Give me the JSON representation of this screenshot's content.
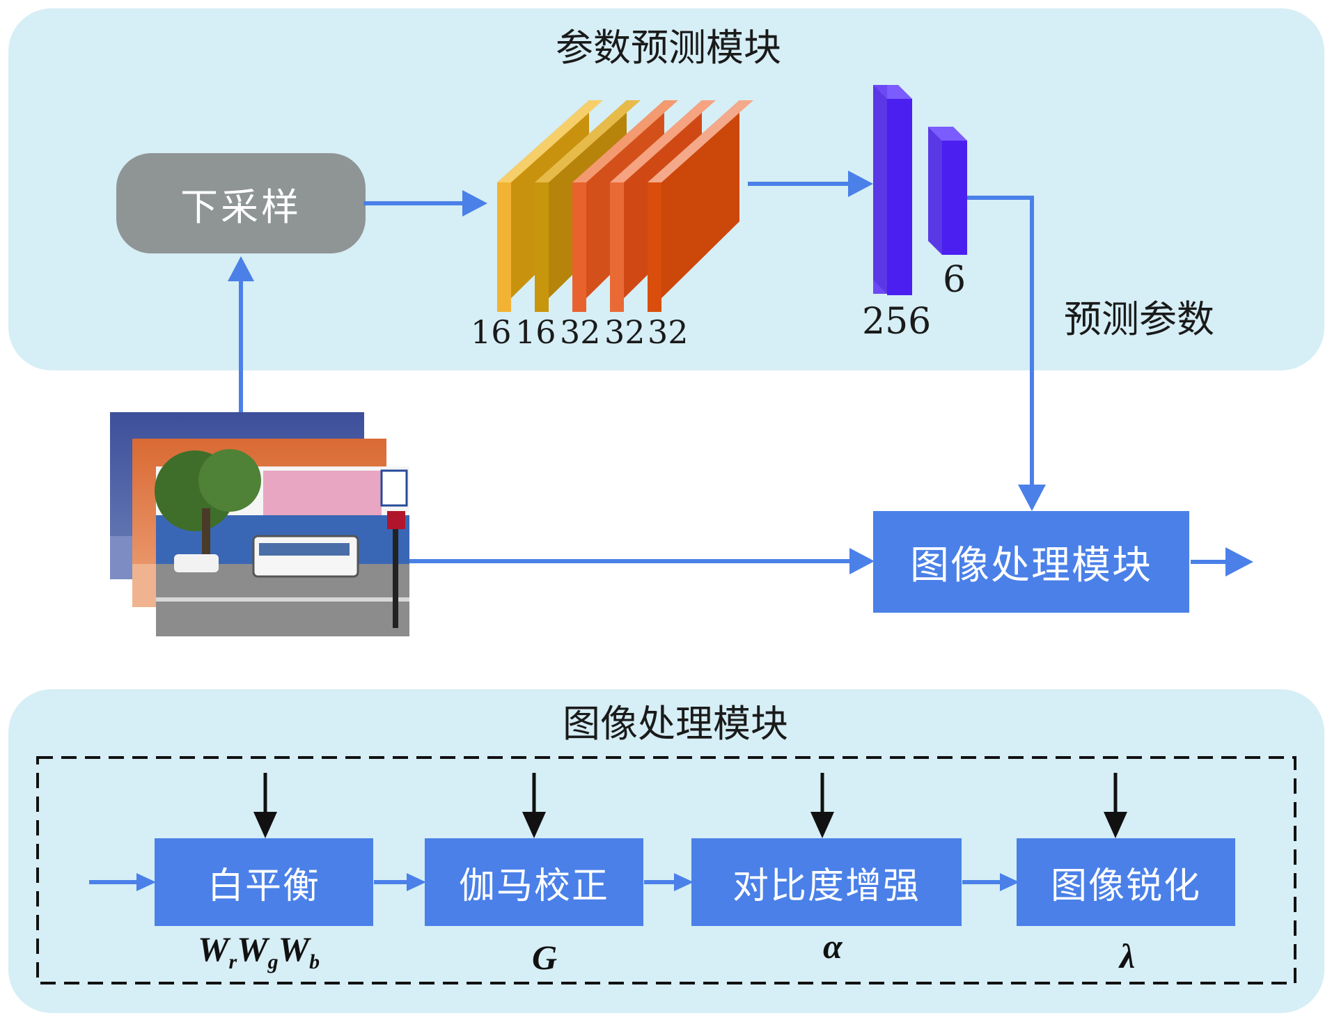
{
  "top_panel": {
    "title": "参数预测模块"
  },
  "downsample": {
    "label": "下采样"
  },
  "conv_layers": {
    "channels": [
      "16",
      "16",
      "32",
      "32",
      "32"
    ],
    "colors": [
      "#f2b233",
      "#c8960d",
      "#e8622e",
      "#ea6a36",
      "#d94e0c"
    ]
  },
  "fc_layers": {
    "units": [
      "256",
      "6"
    ],
    "color": "#5a2cf0"
  },
  "predict_label": "预测参数",
  "image_processing_box": {
    "label": "图像处理模块"
  },
  "bottom_panel": {
    "title": "图像处理模块"
  },
  "stages": [
    {
      "label": "白平衡",
      "param_main": [
        "W",
        "W",
        "W"
      ],
      "param_subs": [
        "r",
        "g",
        "b"
      ]
    },
    {
      "label": "伽马校正",
      "param": "G"
    },
    {
      "label": "对比度增强",
      "param": "α"
    },
    {
      "label": "图像锐化",
      "param": "λ"
    }
  ],
  "colors": {
    "panel_bg": "#d6eef5",
    "arrow_blue": "#4a80e8",
    "box_blue": "#4a80e8",
    "gray_box": "#8f9595"
  }
}
